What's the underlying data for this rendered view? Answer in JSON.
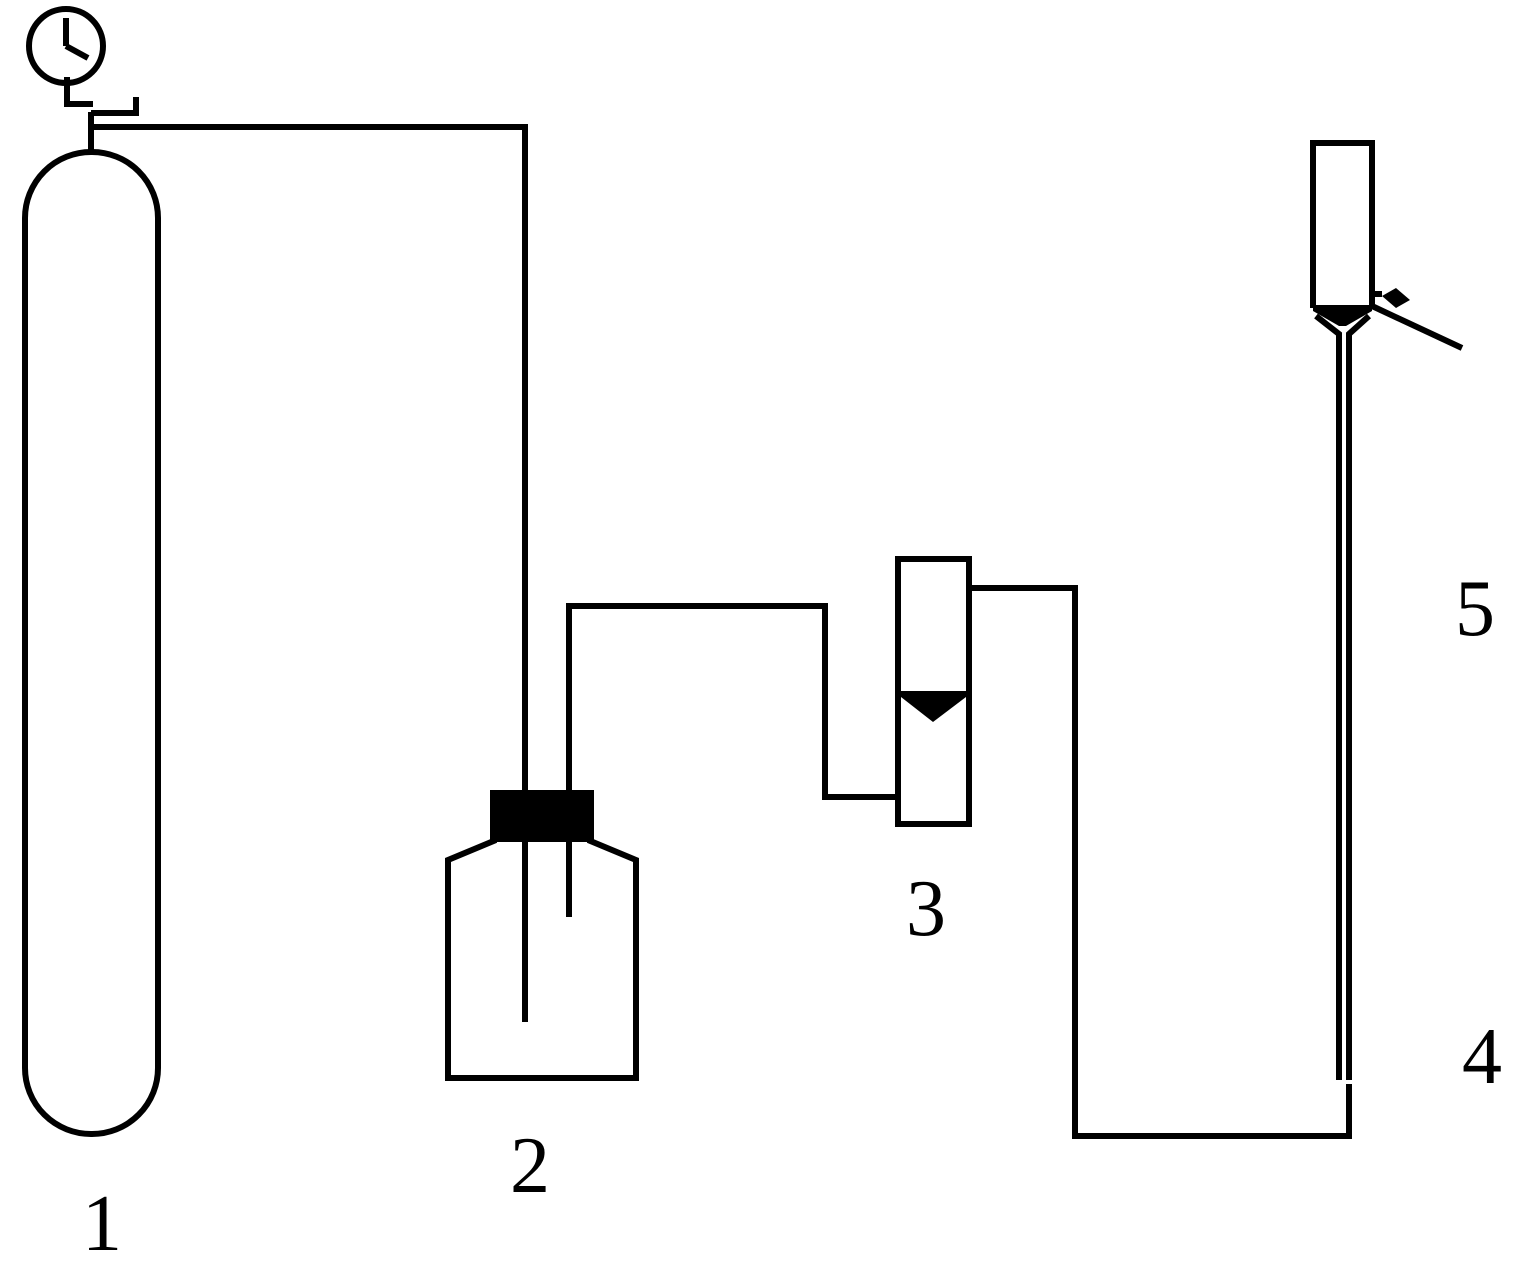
{
  "labels": {
    "gas_cylinder": "1",
    "wash_bottle": "2",
    "flowmeter": "3",
    "valve": "4",
    "column": "5"
  }
}
